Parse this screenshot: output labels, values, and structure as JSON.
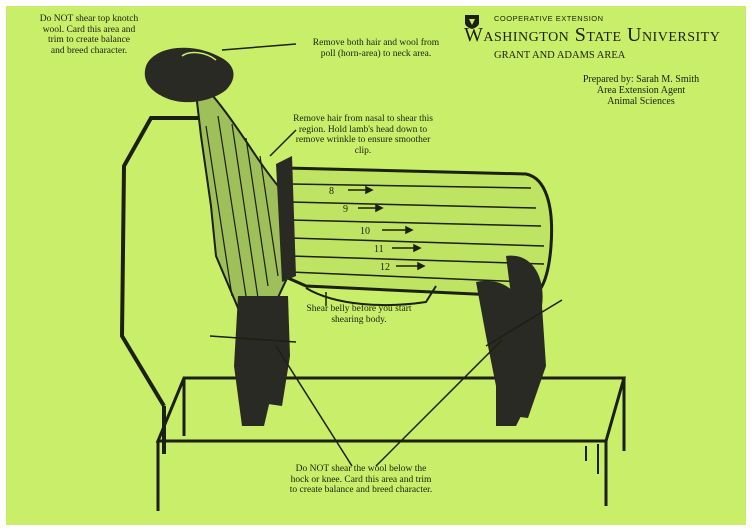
{
  "header": {
    "extension": "COOPERATIVE EXTENSION",
    "university": "Washington State University",
    "area": "GRANT AND ADAMS AREA"
  },
  "preparer": {
    "line1": "Prepared by: Sarah M. Smith",
    "line2": "Area Extension Agent",
    "line3": "Animal Sciences"
  },
  "notes": {
    "top_head": [
      "Do NOT shear top knotch",
      "wool. Card this area and",
      "trim to create balance",
      "and breed character."
    ],
    "poll": [
      "Remove both hair and wool from",
      "poll (horn-area) to neck area."
    ],
    "neck": [
      "Remove hair from nasal to shear this",
      "region. Hold lamb's head down to",
      "remove wrinkle to ensure smoother clip."
    ],
    "belly": [
      "Shear belly before you start",
      "shearing body."
    ],
    "legs": [
      "Do NOT shear the wool below the",
      "hock or knee. Card this area and trim",
      "to create balance and breed character."
    ]
  },
  "stroke_numbers": [
    "8",
    "9",
    "10",
    "11",
    "12"
  ],
  "colors": {
    "background": "#c8ee6a",
    "ink": "#1b2010",
    "wool_dark": "#2a2a24"
  }
}
